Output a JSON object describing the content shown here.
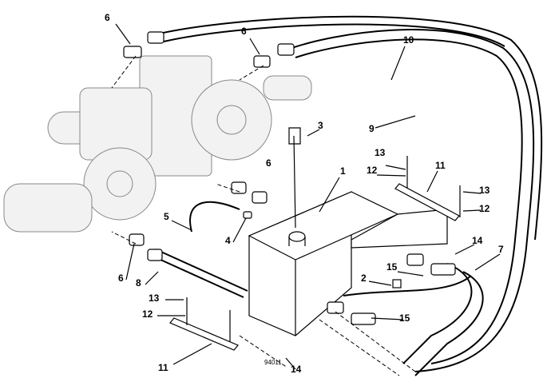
{
  "diagram": {
    "reference_number": "94011",
    "callouts": [
      {
        "id": "c6a",
        "text": "6"
      },
      {
        "id": "c6b",
        "text": "6"
      },
      {
        "id": "c10",
        "text": "10"
      },
      {
        "id": "c9",
        "text": "9"
      },
      {
        "id": "c3",
        "text": "3"
      },
      {
        "id": "c13a",
        "text": "13"
      },
      {
        "id": "c12a",
        "text": "12"
      },
      {
        "id": "c11a",
        "text": "11"
      },
      {
        "id": "c13b",
        "text": "13"
      },
      {
        "id": "c12b",
        "text": "12"
      },
      {
        "id": "c1",
        "text": "1"
      },
      {
        "id": "c6c",
        "text": "6"
      },
      {
        "id": "c5",
        "text": "5"
      },
      {
        "id": "c4",
        "text": "4"
      },
      {
        "id": "c14a",
        "text": "14"
      },
      {
        "id": "c7",
        "text": "7"
      },
      {
        "id": "c15a",
        "text": "15"
      },
      {
        "id": "c2",
        "text": "2"
      },
      {
        "id": "c6d",
        "text": "6"
      },
      {
        "id": "c8",
        "text": "8"
      },
      {
        "id": "c13c",
        "text": "13"
      },
      {
        "id": "c12c",
        "text": "12"
      },
      {
        "id": "c15b",
        "text": "15"
      },
      {
        "id": "c11b",
        "text": "11"
      },
      {
        "id": "c14b",
        "text": "14"
      }
    ]
  }
}
